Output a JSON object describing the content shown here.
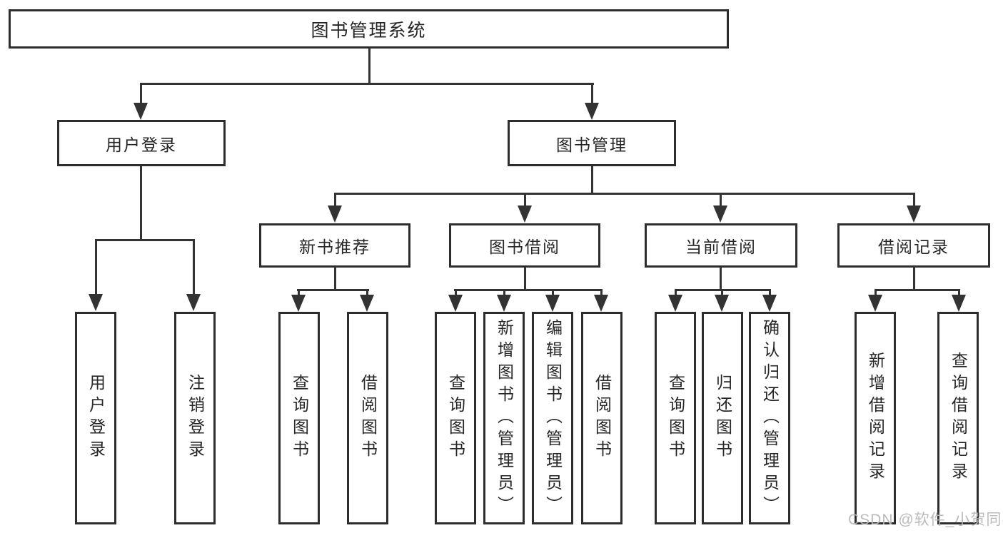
{
  "colors": {
    "background": "#ffffff",
    "box_border": "#2d2d2d",
    "connector_line": "#333333",
    "text": "#262626",
    "watermark": "#b7b7b7"
  },
  "watermark": {
    "text": "CSDN @软件_小贺同学"
  },
  "tree": {
    "root": {
      "label": "图书管理系统",
      "children": [
        {
          "label": "用户登录",
          "children": [
            {
              "label": "用户登录"
            },
            {
              "label": "注销登录"
            }
          ]
        },
        {
          "label": "图书管理",
          "children": [
            {
              "label": "新书推荐",
              "children": [
                {
                  "label": "查询图书"
                },
                {
                  "label": "借阅图书"
                }
              ]
            },
            {
              "label": "图书借阅",
              "children": [
                {
                  "label": "查询图书"
                },
                {
                  "label": "新增图书（管理员）"
                },
                {
                  "label": "编辑图书（管理员）"
                },
                {
                  "label": "借阅图书"
                }
              ]
            },
            {
              "label": "当前借阅",
              "children": [
                {
                  "label": "查询图书"
                },
                {
                  "label": "归还图书"
                },
                {
                  "label": "确认归还（管理员）"
                }
              ]
            },
            {
              "label": "借阅记录",
              "children": [
                {
                  "label": "新增借阅记录"
                },
                {
                  "label": "查询借阅记录"
                }
              ]
            }
          ]
        }
      ]
    }
  }
}
